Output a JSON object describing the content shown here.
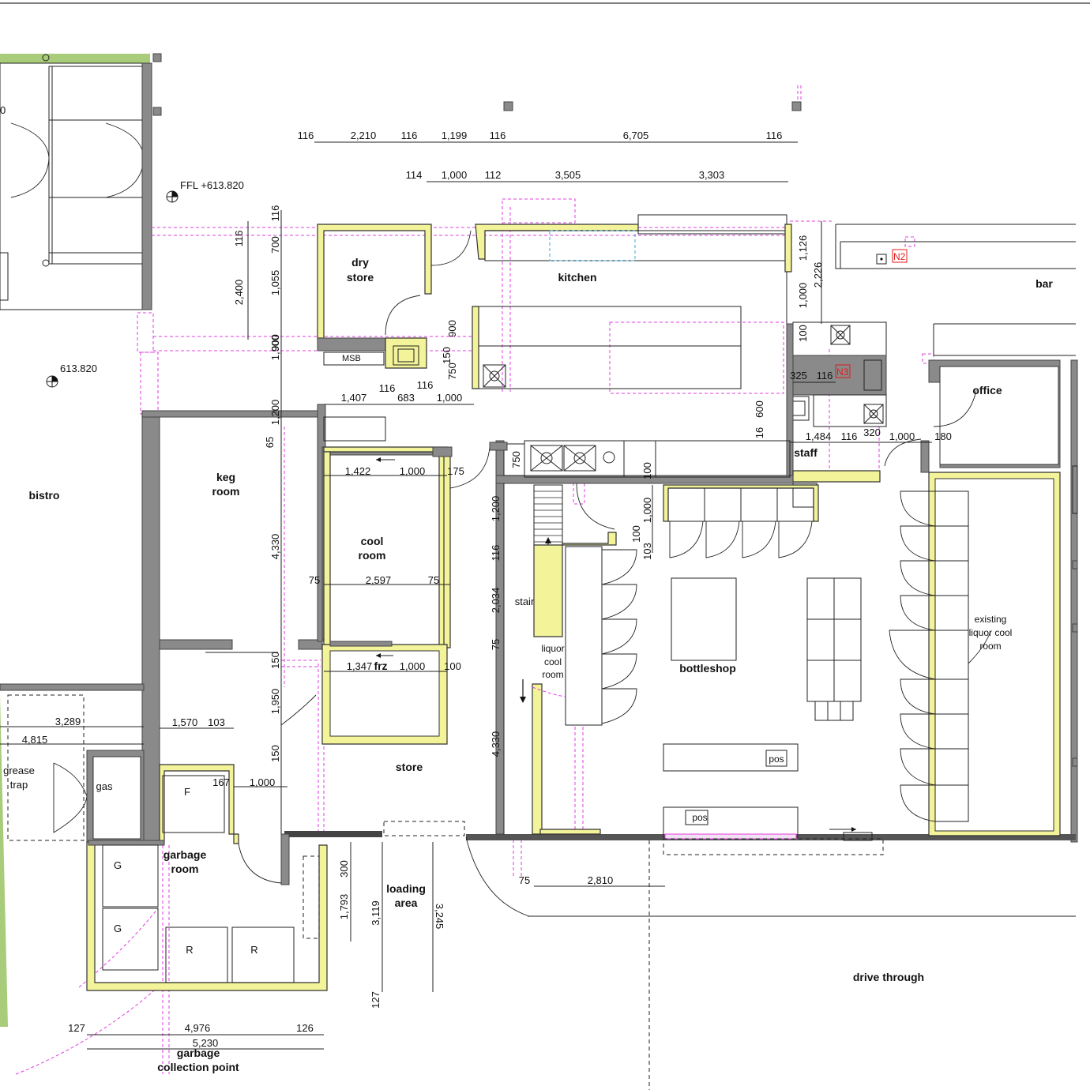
{
  "rooms": {
    "bistro": "bistro",
    "keg_room": [
      "keg",
      "room"
    ],
    "dry_store": [
      "dry",
      "store"
    ],
    "kitchen": "kitchen",
    "bar": "bar",
    "office": "office",
    "staff": "staff",
    "cool_room": [
      "cool",
      "room"
    ],
    "frz": "frz",
    "store": "store",
    "stair": "stair",
    "liquor_cool_room": [
      "liquor",
      "cool",
      "room"
    ],
    "bottleshop": "bottleshop",
    "existing_liquor": [
      "existing",
      "liquor cool",
      "room"
    ],
    "garbage_room": [
      "garbage",
      "room"
    ],
    "loading_area": [
      "loading",
      "area"
    ],
    "drive_through": "drive through",
    "grease_trap": [
      "grease",
      "trap"
    ],
    "gas": "gas",
    "garbage_collection": [
      "garbage",
      "collection point"
    ]
  },
  "fixtures": {
    "msb": "MSB",
    "n2": "N2",
    "n3": "N3",
    "pos1": "pos",
    "pos2": "pos",
    "bin_f": "F",
    "bin_g1": "G",
    "bin_g2": "G",
    "bin_r1": "R",
    "bin_r2": "R"
  },
  "levels": {
    "ffl": "FFL +613.820",
    "spot": "613.820",
    "edge_fragment": "0"
  },
  "dimensions": {
    "top_row1": [
      "116",
      "2,210",
      "116",
      "1,199",
      "116",
      "6,705",
      "116"
    ],
    "top_row2": [
      "114",
      "1,000",
      "112",
      "3,505",
      "3,303"
    ],
    "left_vert": [
      "116",
      "700",
      "116",
      "2,400",
      "1,055",
      "900",
      "1,900",
      "1,200",
      "65",
      "4,330",
      "150",
      "1,950",
      "150"
    ],
    "dry_store_row": [
      "1,407",
      "116",
      "683",
      "116",
      "1,000"
    ],
    "kitchen_vert": [
      "900",
      "150",
      "750"
    ],
    "bar_vert": [
      "1,126",
      "2,226",
      "1,000",
      "100"
    ],
    "n3_row": [
      "325",
      "116"
    ],
    "staff_row": [
      "600",
      "16",
      "1,484",
      "116",
      "320",
      "1,000",
      "180"
    ],
    "cool_row1": [
      "1,422",
      "1,000",
      "175"
    ],
    "cool_row2": [
      "75",
      "2,597",
      "75"
    ],
    "frz_row": [
      "1,347",
      "1,000",
      "100"
    ],
    "stair_vert": [
      "750",
      "1,200",
      "116",
      "2,034",
      "75",
      "4,330"
    ],
    "bottle_vert": [
      "100",
      "1,000",
      "100",
      "103"
    ],
    "left_horiz": [
      "3,289",
      "4,815",
      "1,570",
      "103"
    ],
    "garbage_dims": [
      "167",
      "1,000"
    ],
    "loading_dims": [
      "300",
      "1,793",
      "3,119",
      "3,245",
      "127"
    ],
    "bottom_dims": [
      "127",
      "4,976",
      "126",
      "5,230"
    ],
    "drive_dims": [
      "75",
      "2,810"
    ]
  }
}
